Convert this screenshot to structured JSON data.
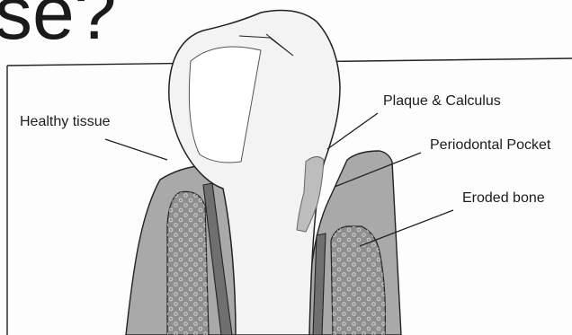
{
  "header": {
    "title_fragment": "se?"
  },
  "diagram": {
    "labels": {
      "healthy_tissue": "Healthy tissue",
      "plaque_calculus": "Plaque & Calculus",
      "periodontal_pocket": "Periodontal Pocket",
      "eroded_bone": "Eroded bone"
    },
    "colors": {
      "gum": "#a9a9a9",
      "bone": "#8e8e8e",
      "root": "#6f6f6f",
      "tooth": "#f3f3f3",
      "calculus": "#bdbdbd",
      "outline": "#222222"
    }
  }
}
